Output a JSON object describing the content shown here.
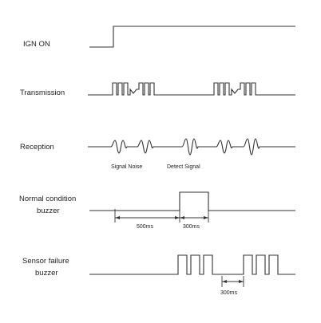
{
  "signals": {
    "ign_on": {
      "label": "IGN ON"
    },
    "transmission": {
      "label": "Transmission"
    },
    "reception": {
      "label": "Reception",
      "noise_label": "Signal Noise",
      "detect_label": "Detect Signal"
    },
    "normal_buzzer": {
      "label_line1": "Normal condition",
      "label_line2": "buzzer",
      "delay_label": "500ms",
      "pulse_label": "300ms"
    },
    "failure_buzzer": {
      "label_line1": "Sensor failure",
      "label_line2": "buzzer",
      "period_label": "300ms"
    }
  }
}
